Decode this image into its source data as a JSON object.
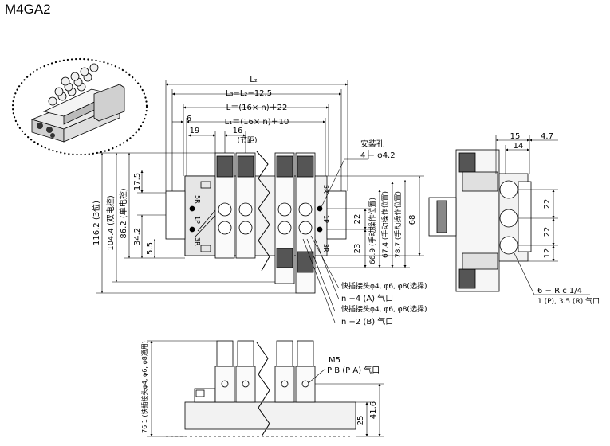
{
  "title": "M4GA2",
  "top_view": {
    "dims": {
      "L2": "L₂",
      "L3": "L₃=L₂−12.5",
      "L": "L＝(16× n)＋22",
      "L1": "L₁＝(16× n)＋10",
      "d6": "6",
      "d19": "19",
      "d16": "16",
      "pitch": "(节距)",
      "h116": "116.2 (3位)",
      "h104": "104.4 (双电控)",
      "h86": "86.2 (单电控)",
      "d17_5": "17.5",
      "d34_2": "34.2",
      "d5_5": "5.5",
      "d22": "22",
      "d23": "23",
      "h66": "66.9 (手动操作位置)",
      "h67": "67.4 (手动操作位置)",
      "h78": "78.7 (手动操作位置)",
      "h68": "68"
    },
    "port_labels": {
      "p5R": "5R",
      "p1P": "1P",
      "p3R": "3R"
    },
    "mount_hole": {
      "name": "安装孔",
      "spec": "4 − φ4.2"
    },
    "callouts": [
      "快插接头φ4, φ6, φ8(选择)",
      "n −4 (A) 气口",
      "快插接头φ4, φ6, φ8(选择)",
      "n −2 (B) 气口"
    ]
  },
  "side_view": {
    "dims": {
      "d15": "15",
      "d4_7": "4.7",
      "d14": "14",
      "d22a": "22",
      "d22b": "22",
      "d12": "12"
    },
    "ports": [
      "6 − R c 1/4",
      "1 (P), 3.5 (R) 气口"
    ]
  },
  "front_view": {
    "dims": {
      "h76": "76.1 (快插接头φ4, φ6, φ8通用)",
      "d25": "25",
      "d41": "41.6"
    },
    "pilot": [
      "M5",
      "P B (P A) 气口"
    ]
  }
}
